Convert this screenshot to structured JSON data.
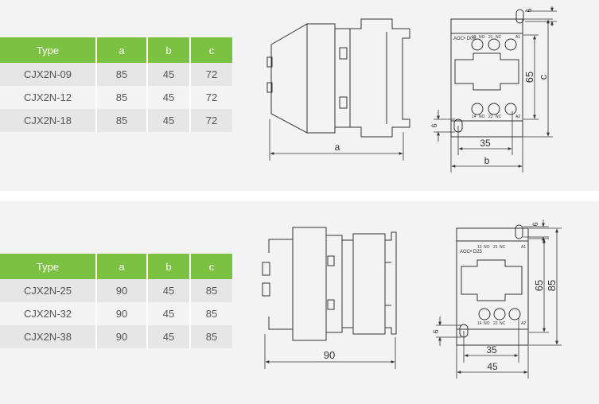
{
  "table_top": {
    "headers": [
      "Type",
      "a",
      "b",
      "c"
    ],
    "rows": [
      [
        "CJX2N-09",
        "85",
        "45",
        "72"
      ],
      [
        "CJX2N-12",
        "85",
        "45",
        "72"
      ],
      [
        "CJX2N-18",
        "85",
        "45",
        "72"
      ]
    ]
  },
  "table_bottom": {
    "headers": [
      "Type",
      "a",
      "b",
      "c"
    ],
    "rows": [
      [
        "CJX2N-25",
        "90",
        "45",
        "85"
      ],
      [
        "CJX2N-32",
        "90",
        "45",
        "85"
      ],
      [
        "CJX2N-38",
        "90",
        "45",
        "85"
      ]
    ]
  },
  "diagram_top": {
    "side_width": "a",
    "front_hole_spacing": "35",
    "front_width": "b",
    "front_height_inner": "65",
    "front_height_outer": "c",
    "hole_dim": "6",
    "model_label": "AOC• D09",
    "terminals_top": [
      "13",
      "NO",
      "21",
      "NC",
      "A1"
    ],
    "terminals_bottom": [
      "14",
      "NO",
      "22",
      "NC",
      "A2"
    ]
  },
  "diagram_bottom": {
    "side_width": "90",
    "front_hole_spacing": "35",
    "front_width": "45",
    "front_height_inner": "65",
    "front_height_outer": "85",
    "hole_dim": "6",
    "model_label": "AOC• D25",
    "terminals_top": [
      "13",
      "NO",
      "21",
      "NC",
      "A1"
    ],
    "terminals_bottom": [
      "14",
      "NO",
      "22",
      "NC",
      "A2"
    ]
  },
  "colors": {
    "header_green": "#7cc242",
    "stripe": "#e6e6e6",
    "panel": "#f3f3f3",
    "line": "#333333"
  }
}
